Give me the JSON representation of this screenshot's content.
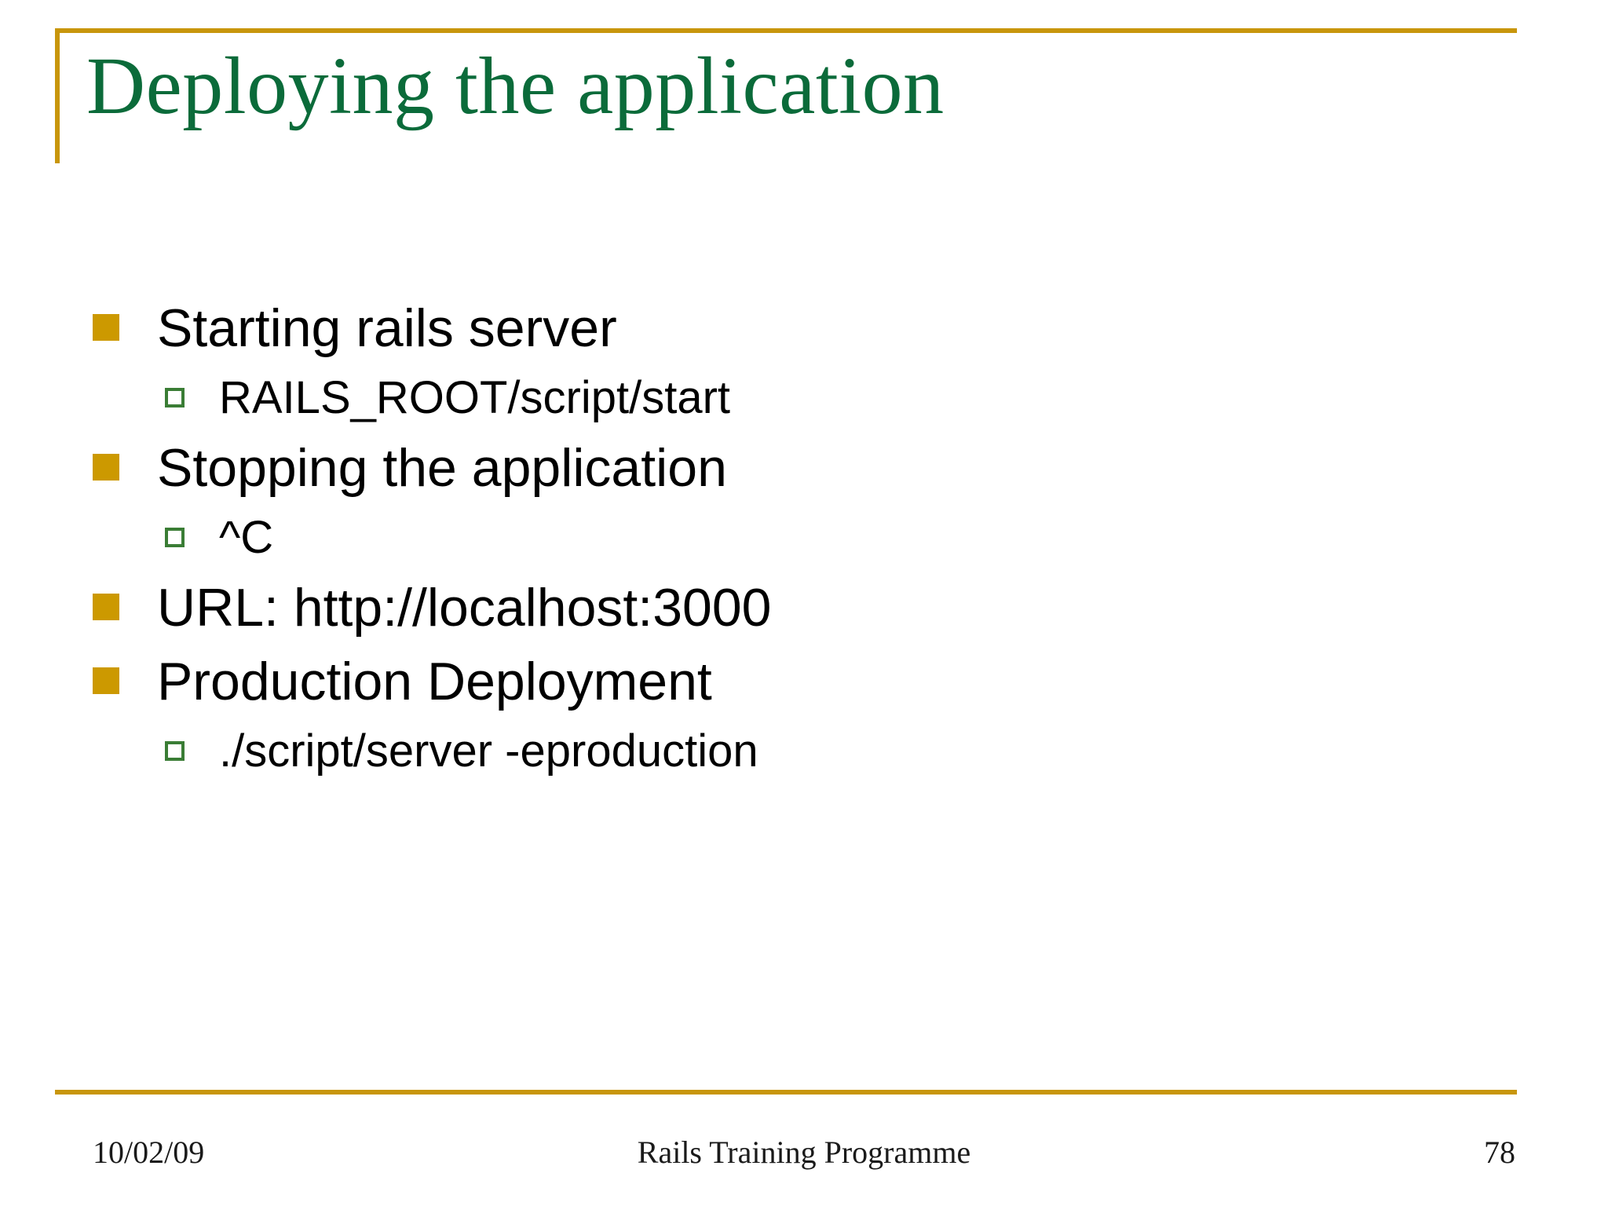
{
  "slide": {
    "title": "Deploying the application",
    "accent_gold": "#C8960C",
    "bullet_gold": "#CC9900",
    "title_green": "#0B6B3A",
    "sub_bullet_green": "#3A7D35",
    "background": "#ffffff"
  },
  "content": [
    {
      "level": 1,
      "text": "Starting rails server",
      "marker": "solid-square-gold"
    },
    {
      "level": 2,
      "text": "RAILS_ROOT/script/start",
      "marker": "hollow-square-green"
    },
    {
      "level": 1,
      "text": "Stopping the application",
      "marker": "solid-square-gold"
    },
    {
      "level": 2,
      "text": "^C",
      "marker": "hollow-square-green"
    },
    {
      "level": 1,
      "text": "URL: http://localhost:3000",
      "marker": "solid-square-gold"
    },
    {
      "level": 1,
      "text": "Production Deployment",
      "marker": "solid-square-gold"
    },
    {
      "level": 2,
      "text": "./script/server -eproduction",
      "marker": "hollow-square-green"
    }
  ],
  "footer": {
    "date": "10/02/09",
    "center": "Rails Training Programme",
    "page_number": "78"
  }
}
